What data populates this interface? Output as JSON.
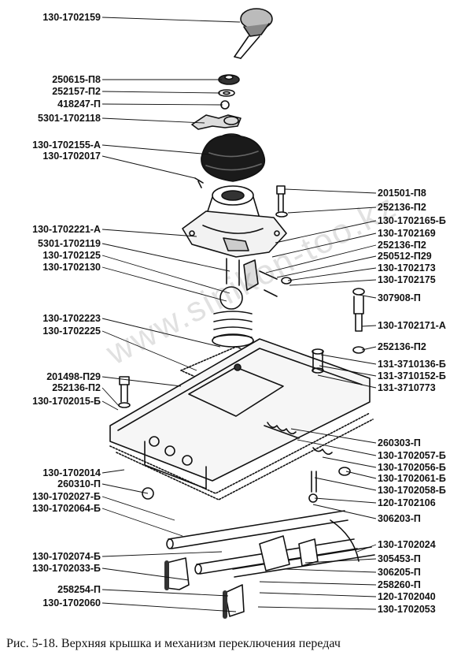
{
  "caption": "Рис. 5-18. Верхняя крышка и механизм переключения передач",
  "watermark": "www.sinikon-too.kz",
  "colors": {
    "ink": "#111111",
    "paper": "#ffffff"
  },
  "labels_left": [
    "130-1702159",
    "250615-П8",
    "252157-П2",
    "418247-П",
    "5301-1702118",
    "130-1702155-А",
    "130-1702017",
    "130-1702221-А",
    "5301-1702119",
    "130-1702125",
    "130-1702130",
    "130-1702223",
    "130-1702225",
    "201498-П29",
    "252136-П2",
    "130-1702015-Б",
    "130-1702014",
    "260310-П",
    "130-1702027-Б",
    "130-1702064-Б",
    "130-1702074-Б",
    "130-1702033-Б",
    "258254-П",
    "130-1702060"
  ],
  "labels_right": [
    "201501-П8",
    "252136-П2",
    "130-1702165-Б",
    "130-1702169",
    "252136-П2",
    "250512-П29",
    "130-1702173",
    "130-1702175",
    "307908-П",
    "130-1702171-А",
    "252136-П2",
    "131-3710136-Б",
    "131-3710152-Б",
    "131-3710773",
    "260303-П",
    "130-1702057-Б",
    "130-1702056-Б",
    "130-1702061-Б",
    "130-1702058-Б",
    "120-1702106",
    "306203-П",
    "130-1702024",
    "305453-П",
    "306205-П",
    "258260-П",
    "120-1702040",
    "130-1702053"
  ]
}
